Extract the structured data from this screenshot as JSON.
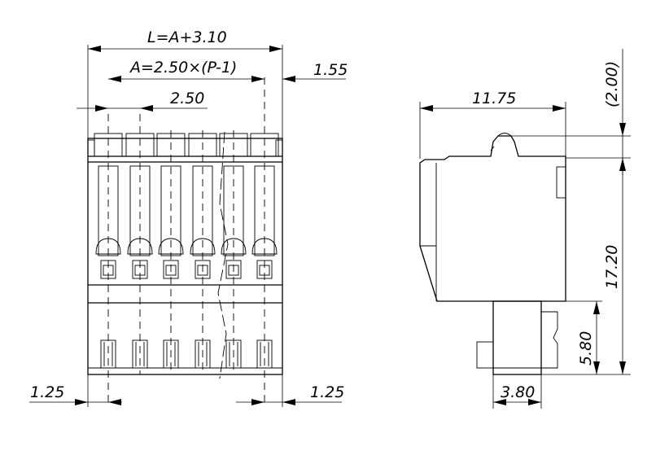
{
  "front_view": {
    "dim_length": "L=A+3.10",
    "dim_a": "A=2.50×(P-1)",
    "dim_pitch": "2.50",
    "dim_offset_right_top": "1.55",
    "dim_offset_left_bottom": "1.25",
    "dim_offset_right_bottom": "1.25",
    "pin_count_drawn": 6
  },
  "side_view": {
    "dim_width": "11.75",
    "dim_latch": "(2.00)",
    "dim_height": "17.20",
    "dim_pin_height": "5.80",
    "dim_pin_width": "3.80"
  }
}
